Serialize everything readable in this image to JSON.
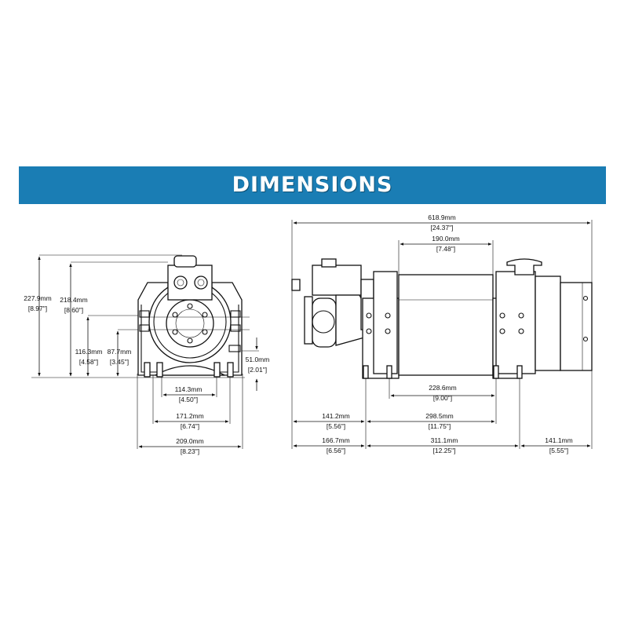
{
  "banner": {
    "title": "DIMENSIONS"
  },
  "colors": {
    "banner": "#1a7db4",
    "line": "#111111",
    "background": "#ffffff"
  },
  "front_view": {
    "dims": [
      {
        "mm": "227.9mm",
        "in": "[8.97\"]"
      },
      {
        "mm": "218.4mm",
        "in": "[8.60\"]"
      },
      {
        "mm": "116.3mm",
        "in": "[4.58\"]"
      },
      {
        "mm": "87.7mm",
        "in": "[3.45\"]"
      },
      {
        "mm": "51.0mm",
        "in": "[2.01\"]"
      },
      {
        "mm": "114.3mm",
        "in": "[4.50\"]"
      },
      {
        "mm": "171.2mm",
        "in": "[6.74\"]"
      },
      {
        "mm": "209.0mm",
        "in": "[8.23\"]"
      }
    ]
  },
  "side_view": {
    "dims": [
      {
        "mm": "618.9mm",
        "in": "[24.37\"]"
      },
      {
        "mm": "190.0mm",
        "in": "[7.48\"]"
      },
      {
        "mm": "228.6mm",
        "in": "[9.00\"]"
      },
      {
        "mm": "141.2mm",
        "in": "[5.56\"]"
      },
      {
        "mm": "298.5mm",
        "in": "[11.75\"]"
      },
      {
        "mm": "166.7mm",
        "in": "[6.56\"]"
      },
      {
        "mm": "311.1mm",
        "in": "[12.25\"]"
      },
      {
        "mm": "141.1mm",
        "in": "[5.55\"]"
      }
    ]
  }
}
